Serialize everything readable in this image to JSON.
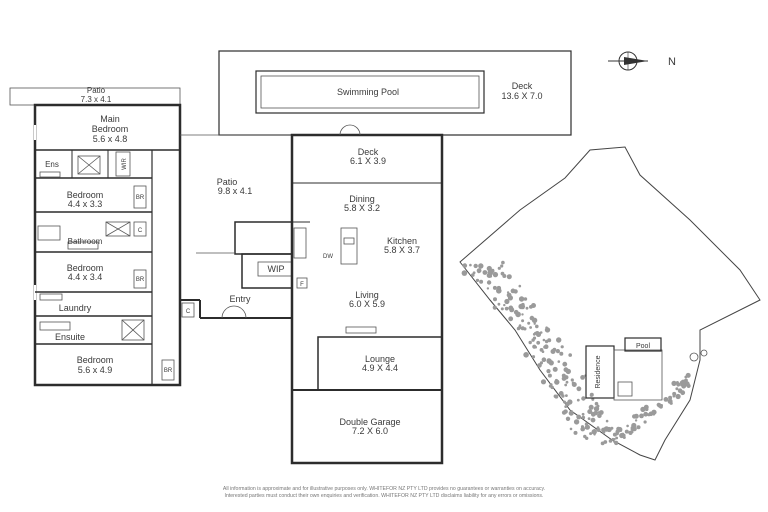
{
  "compass": {
    "label": "N"
  },
  "rooms": {
    "patio_top": {
      "name": "Patio",
      "dims": "7.3 x 4.1"
    },
    "main_bedroom": {
      "name": "Main\nBedroom",
      "line1": "Main",
      "line2": "Bedroom",
      "dims": "5.6 x 4.8"
    },
    "ens": {
      "name": "Ens"
    },
    "wir": {
      "name": "WIR"
    },
    "bedroom2": {
      "name": "Bedroom",
      "dims": "4.4 x 3.3"
    },
    "bathroom": {
      "name": "Bathroom"
    },
    "bedroom3": {
      "name": "Bedroom",
      "dims": "4.4 x 3.4"
    },
    "laundry": {
      "name": "Laundry"
    },
    "ensuite": {
      "name": "Ensuite"
    },
    "bedroom4": {
      "name": "Bedroom",
      "dims": "5.6 x 4.9"
    },
    "patio_mid": {
      "name": "Patio",
      "dims": "9.8 x 4.1"
    },
    "wip": {
      "name": "WIP"
    },
    "entry": {
      "name": "Entry"
    },
    "swimming_pool": {
      "name": "Swimming Pool"
    },
    "deck_pool": {
      "name": "Deck",
      "dims": "13.6 X 7.0"
    },
    "deck": {
      "name": "Deck",
      "dims": "6.1 X 3.9"
    },
    "dining": {
      "name": "Dining",
      "dims": "5.8 X 3.2"
    },
    "kitchen": {
      "name": "Kitchen",
      "dims": "5.8 X 3.7"
    },
    "living": {
      "name": "Living",
      "dims": "6.0 X 5.9"
    },
    "lounge": {
      "name": "Lounge",
      "dims": "4.9 X 4.4"
    },
    "double_garage": {
      "name": "Double Garage",
      "dims": "7.2 X 6.0"
    }
  },
  "small_labels": {
    "br": "BR",
    "c": "C",
    "dw": "DW",
    "f": "F"
  },
  "site_plan": {
    "residence": "Residence",
    "pool": "Pool"
  },
  "disclaimer": {
    "line1": "All information is approximate and for illustrative purposes only. WHITEFOR NZ PTY LTD provides no guarantees or warranties on accuracy.",
    "line2": "Interested parties must conduct their own enquiries and verification. WHITEFOR NZ PTY LTD disclaims liability for any errors or omissions."
  }
}
